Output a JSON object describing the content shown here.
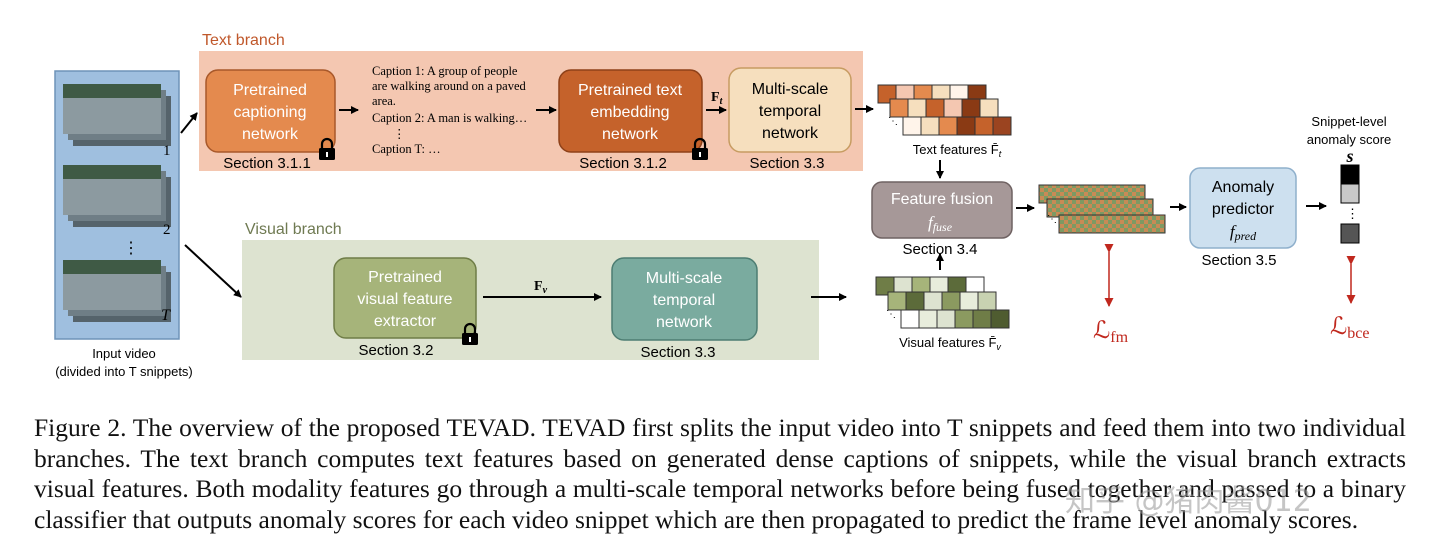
{
  "figure": {
    "text_branch_label": "Text branch",
    "visual_branch_label": "Visual branch",
    "input_video": {
      "label_line1": "Input video",
      "label_line2": "(divided into T snippets)",
      "snippet_labels": [
        "1",
        "2",
        "⋮",
        "T"
      ]
    },
    "captioning": {
      "line1": "Pretrained",
      "line2": "captioning",
      "line3": "network",
      "section": "Section 3.1.1"
    },
    "captions": {
      "c1a": "Caption 1: A group of people",
      "c1b": "are walking around on a paved",
      "c1c": "area.",
      "c2": "Caption 2: A man is walking…",
      "dots": "⋮",
      "cT": "Caption T: …"
    },
    "text_embedding": {
      "line1": "Pretrained text",
      "line2": "embedding",
      "line3": "network",
      "section": "Section 3.1.2"
    },
    "ft_label": "F",
    "ft_sub": "t",
    "text_mst": {
      "line1": "Multi-scale",
      "line2": "temporal",
      "line3": "network",
      "section": "Section 3.3"
    },
    "text_features_label": "Text features F̄",
    "text_features_sub": "t",
    "visual_extractor": {
      "line1": "Pretrained",
      "line2": "visual feature",
      "line3": "extractor",
      "section": "Section 3.2"
    },
    "fv_label": "F",
    "fv_sub": "v",
    "visual_mst": {
      "line1": "Multi-scale",
      "line2": "temporal",
      "line3": "network",
      "section": "Section 3.3"
    },
    "visual_features_label": "Visual features F̄",
    "visual_features_sub": "v",
    "fusion": {
      "line1": "Feature fusion",
      "line2": "f",
      "line2_sub": "fuse",
      "section": "Section 3.4"
    },
    "predictor": {
      "line1": "Anomaly",
      "line2": "predictor",
      "line3": "f",
      "line3_sub": "pred",
      "section": "Section 3.5"
    },
    "score": {
      "label_line1": "Snippet-level",
      "label_line2": "anomaly score",
      "symbol": "s"
    },
    "loss_fm": "ℒ",
    "loss_fm_sub": "fm",
    "loss_bce": "ℒ",
    "loss_bce_sub": "bce",
    "colors": {
      "text_branch_bg": "#f4c7b1",
      "visual_branch_bg": "#dde3d0",
      "video_bg": "#9fbfdf",
      "captioning_fill": "#e48a4e",
      "text_embed_fill": "#c5622b",
      "text_mst_fill": "#f6dfbe",
      "visual_extractor_fill": "#a6b47a",
      "visual_mst_fill": "#7aab9f",
      "fusion_fill": "#a69898",
      "predictor_fill": "#cde0ef",
      "loss_red": "#c0281e",
      "branch_label": "#c0582b"
    }
  },
  "caption_text": "Figure 2. The overview of the proposed TEVAD. TEVAD first splits the input video into T snippets and feed them into two individual branches. The text branch computes text features based on generated dense captions of snippets, while the visual branch extracts visual features. Both modality features go through a multi-scale temporal networks before being fused together and passed to a binary classifier that outputs anomaly scores for each video snippet which are then propagated to predict the frame level anomaly scores.",
  "watermark": "知乎 @猪肉酱012"
}
